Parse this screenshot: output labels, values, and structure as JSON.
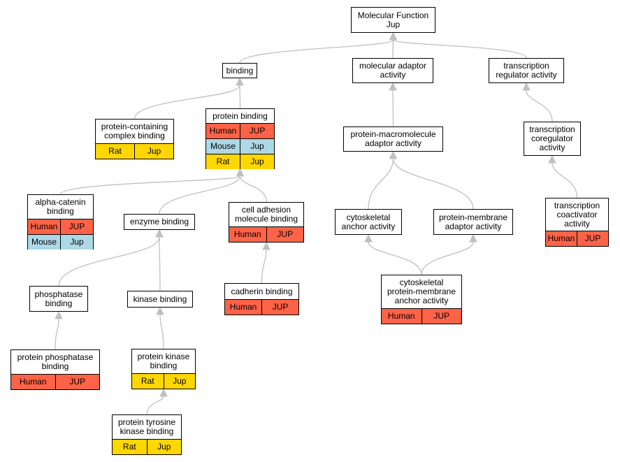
{
  "colors": {
    "human": "#ff6347",
    "mouse": "#add8e6",
    "rat": "#ffd700",
    "edge": "#c0c0c0"
  },
  "nodes": [
    {
      "id": "mf",
      "label": "Molecular Function\nJup",
      "rows": []
    },
    {
      "id": "binding",
      "label": "binding",
      "rows": []
    },
    {
      "id": "mol_adaptor",
      "label": "molecular adaptor\nactivity",
      "rows": []
    },
    {
      "id": "tr_reg",
      "label": "transcription\nregulator activity",
      "rows": []
    },
    {
      "id": "pcc",
      "label": "protein-containing\ncomplex binding",
      "rows": [
        {
          "species": "Rat",
          "gene": "Jup"
        }
      ]
    },
    {
      "id": "prot_bind",
      "label": "protein binding",
      "rows": [
        {
          "species": "Human",
          "gene": "JUP"
        },
        {
          "species": "Mouse",
          "gene": "Jup"
        },
        {
          "species": "Rat",
          "gene": "Jup"
        }
      ]
    },
    {
      "id": "pm_adaptor",
      "label": "protein-macromolecule\nadaptor activity",
      "rows": []
    },
    {
      "id": "tr_coreg",
      "label": "transcription\ncoregulator\nactivity",
      "rows": []
    },
    {
      "id": "alpha",
      "label": "alpha-catenin\nbinding",
      "rows": [
        {
          "species": "Human",
          "gene": "JUP"
        },
        {
          "species": "Mouse",
          "gene": "Jup"
        }
      ]
    },
    {
      "id": "enzyme",
      "label": "enzyme binding",
      "rows": []
    },
    {
      "id": "cell_adh",
      "label": "cell adhesion\nmolecule binding",
      "rows": [
        {
          "species": "Human",
          "gene": "JUP"
        }
      ]
    },
    {
      "id": "cyto_anchor",
      "label": "cytoskeletal\nanchor activity",
      "rows": []
    },
    {
      "id": "pmem_adaptor",
      "label": "protein-membrane\nadaptor activity",
      "rows": []
    },
    {
      "id": "tr_coact",
      "label": "transcription\ncoactivator\nactivity",
      "rows": [
        {
          "species": "Human",
          "gene": "JUP"
        }
      ]
    },
    {
      "id": "phosphatase",
      "label": "phosphatase\nbinding",
      "rows": []
    },
    {
      "id": "kinase",
      "label": "kinase binding",
      "rows": []
    },
    {
      "id": "cadherin",
      "label": "cadherin binding",
      "rows": [
        {
          "species": "Human",
          "gene": "JUP"
        }
      ]
    },
    {
      "id": "cyto_pm",
      "label": "cytoskeletal\nprotein-membrane\nanchor activity",
      "rows": [
        {
          "species": "Human",
          "gene": "JUP"
        }
      ]
    },
    {
      "id": "prot_phosphatase",
      "label": "protein phosphatase\nbinding",
      "rows": [
        {
          "species": "Human",
          "gene": "JUP"
        }
      ]
    },
    {
      "id": "prot_kinase",
      "label": "protein kinase\nbinding",
      "rows": [
        {
          "species": "Rat",
          "gene": "Jup"
        }
      ]
    },
    {
      "id": "ptk",
      "label": "protein tyrosine\nkinase binding",
      "rows": [
        {
          "species": "Rat",
          "gene": "Jup"
        }
      ]
    }
  ],
  "edges": [
    {
      "from": "binding",
      "to": "mf"
    },
    {
      "from": "mol_adaptor",
      "to": "mf"
    },
    {
      "from": "tr_reg",
      "to": "mf"
    },
    {
      "from": "pcc",
      "to": "binding"
    },
    {
      "from": "prot_bind",
      "to": "binding"
    },
    {
      "from": "pm_adaptor",
      "to": "mol_adaptor"
    },
    {
      "from": "tr_coreg",
      "to": "tr_reg"
    },
    {
      "from": "alpha",
      "to": "prot_bind"
    },
    {
      "from": "enzyme",
      "to": "prot_bind"
    },
    {
      "from": "cell_adh",
      "to": "prot_bind"
    },
    {
      "from": "cyto_anchor",
      "to": "pm_adaptor"
    },
    {
      "from": "pmem_adaptor",
      "to": "pm_adaptor"
    },
    {
      "from": "tr_coact",
      "to": "tr_coreg"
    },
    {
      "from": "phosphatase",
      "to": "enzyme"
    },
    {
      "from": "kinase",
      "to": "enzyme"
    },
    {
      "from": "cadherin",
      "to": "cell_adh"
    },
    {
      "from": "cyto_pm",
      "to": "cyto_anchor"
    },
    {
      "from": "cyto_pm",
      "to": "pmem_adaptor"
    },
    {
      "from": "prot_phosphatase",
      "to": "phosphatase"
    },
    {
      "from": "prot_kinase",
      "to": "kinase"
    },
    {
      "from": "ptk",
      "to": "prot_kinase"
    }
  ]
}
